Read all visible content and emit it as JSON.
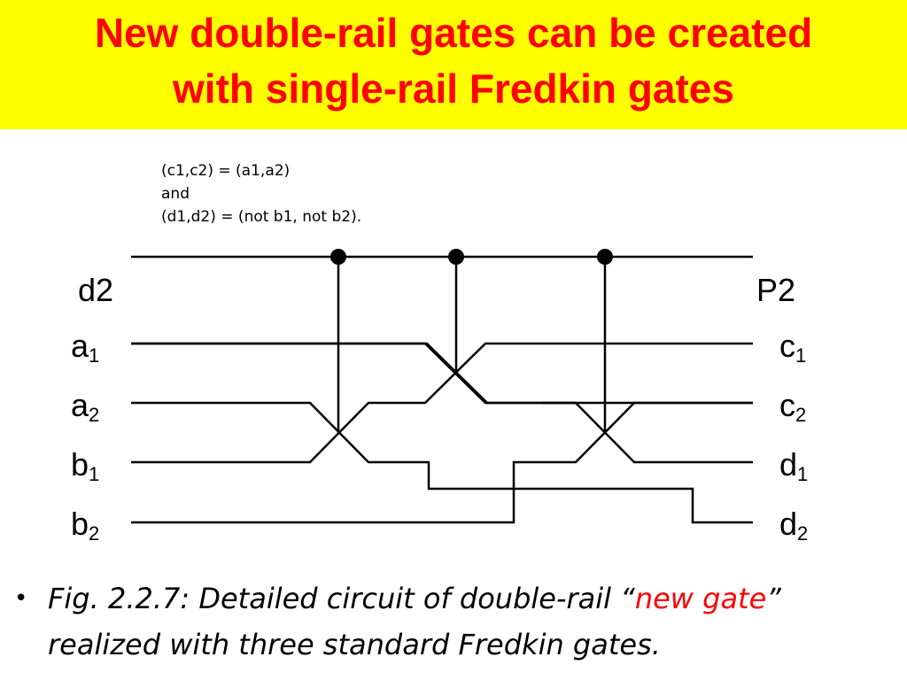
{
  "title": {
    "line1": "New double-rail gates can be created",
    "line2": "with single-rail Fredkin gates"
  },
  "colors": {
    "title_bg": "#ffff00",
    "title_text": "#ff0000",
    "highlight": "#ff0000"
  },
  "note": {
    "line1": "(c1,c2) = (a1,a2)",
    "line2": "and",
    "line3": "(d1,d2) = (not b1, not b2)."
  },
  "inputs": {
    "top": "d2",
    "a1": {
      "base": "a",
      "sub": "1"
    },
    "a2": {
      "base": "a",
      "sub": "2"
    },
    "b1": {
      "base": "b",
      "sub": "1"
    },
    "b2": {
      "base": "b",
      "sub": "2"
    }
  },
  "outputs": {
    "top": "P2",
    "c1": {
      "base": "c",
      "sub": "1"
    },
    "c2": {
      "base": "c",
      "sub": "2"
    },
    "d1": {
      "base": "d",
      "sub": "1"
    },
    "d2": {
      "base": "d",
      "sub": "2"
    }
  },
  "caption": {
    "bullet": "•",
    "prefix": "Fig. 2.2.7: Detailed circuit of double-rail “",
    "highlight": "new gate",
    "suffix": "”",
    "line2": "realized with three standard Fredkin gates."
  }
}
